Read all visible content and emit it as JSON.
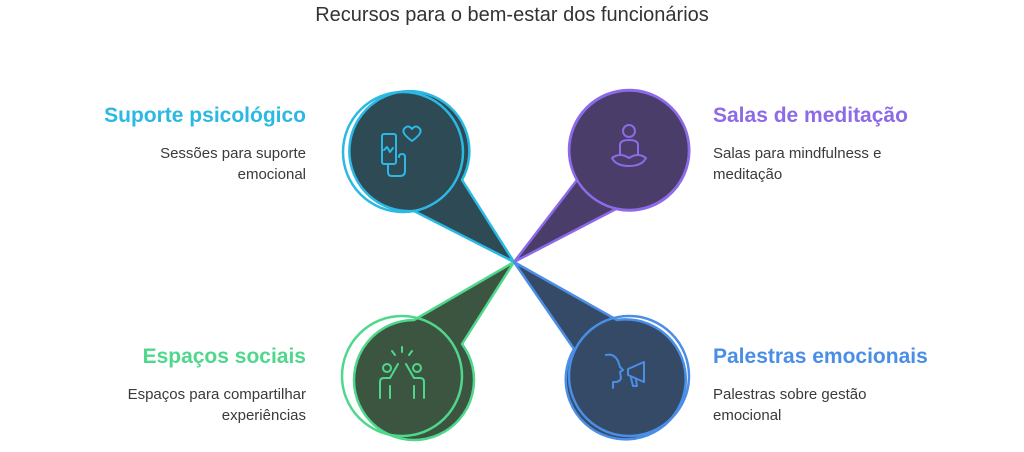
{
  "title": "Recursos para o bem-estar dos funcionários",
  "colors": {
    "cyan": "#2bb9e3",
    "purple": "#8d6ae8",
    "green": "#4fd88c",
    "blue": "#4a8ee6",
    "petal_cyan": "#2d4a55",
    "petal_purple": "#4b3d6a",
    "petal_green": "#3b5540",
    "petal_blue": "#354a66"
  },
  "items": [
    {
      "heading": "Suporte psicológico",
      "description": "Sessões para suporte emocional",
      "icon": "hand-heart-icon"
    },
    {
      "heading": "Salas de meditação",
      "description": "Salas para mindfulness e meditação",
      "icon": "meditation-icon"
    },
    {
      "heading": "Espaços sociais",
      "description": "Espaços para compartilhar experiências",
      "icon": "high-five-icon"
    },
    {
      "heading": "Palestras emocionais",
      "description": "Palestras sobre gestão emocional",
      "icon": "speaker-megaphone-icon"
    }
  ]
}
